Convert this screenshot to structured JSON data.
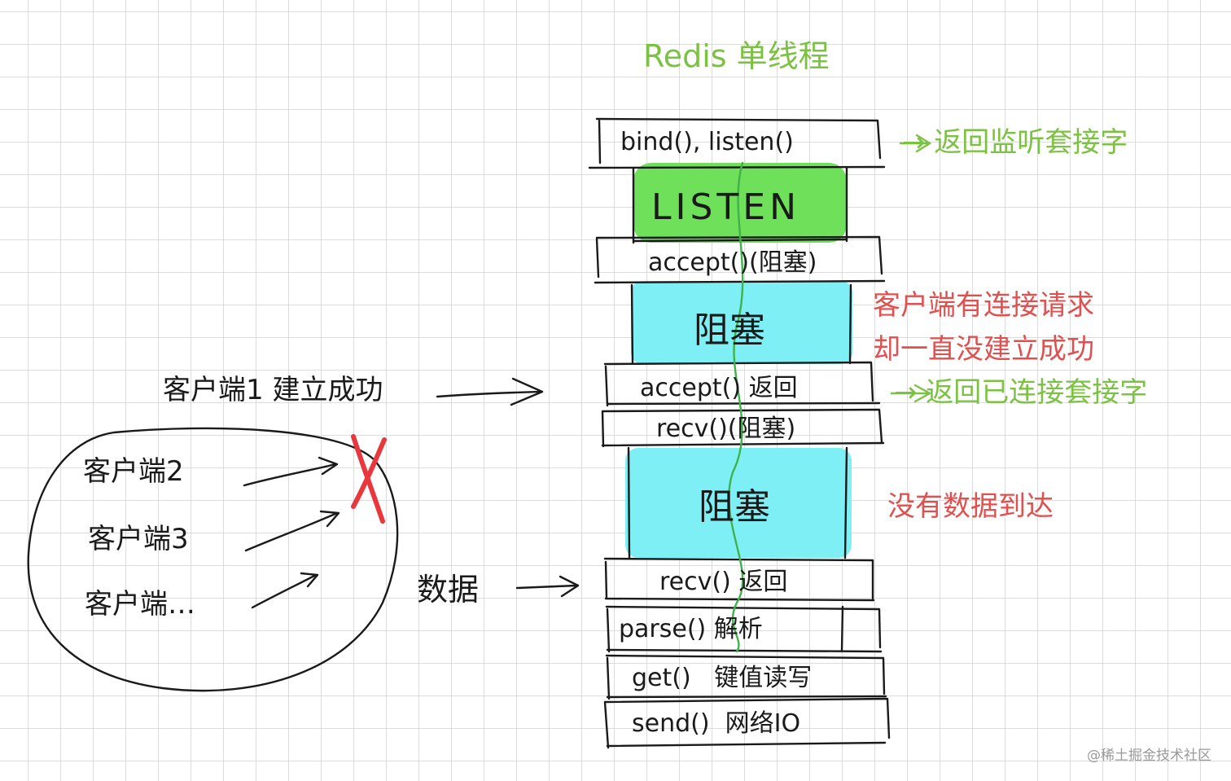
{
  "title": "Redis 单线程",
  "stages": {
    "bind_listen": "bind(), listen()",
    "listen": "LISTEN",
    "accept_block": "accept()(阻塞)",
    "block1": "阻塞",
    "accept_return": "accept() 返回",
    "recv_block": "recv()(阻塞)",
    "block2": "阻塞",
    "recv_return": "recv() 返回",
    "parse": "parse() 解析",
    "get": "get()   键值读写",
    "send": "send()  网络IO"
  },
  "notes": {
    "return_listen_socket": "→ 返回监听套接字",
    "client_request_line1": "客户端有连接请求",
    "client_request_line2": "却一直没建立成功",
    "return_connected_socket": "→ 返回已连接套接字",
    "no_data": "没有数据到达"
  },
  "left": {
    "client1": "客户端1 建立成功",
    "client2": "客户端2",
    "client3": "客户端3",
    "client_more": "客户端…",
    "data": "数据"
  },
  "watermark": "@稀土掘金技术社区",
  "colors": {
    "ink": "#1a1a1a",
    "green_text": "#7cc242",
    "red_text": "#e0504f",
    "listen_fill": "#6fe05a",
    "block_fill": "#7ef0f5",
    "cross": "#e8383d"
  }
}
